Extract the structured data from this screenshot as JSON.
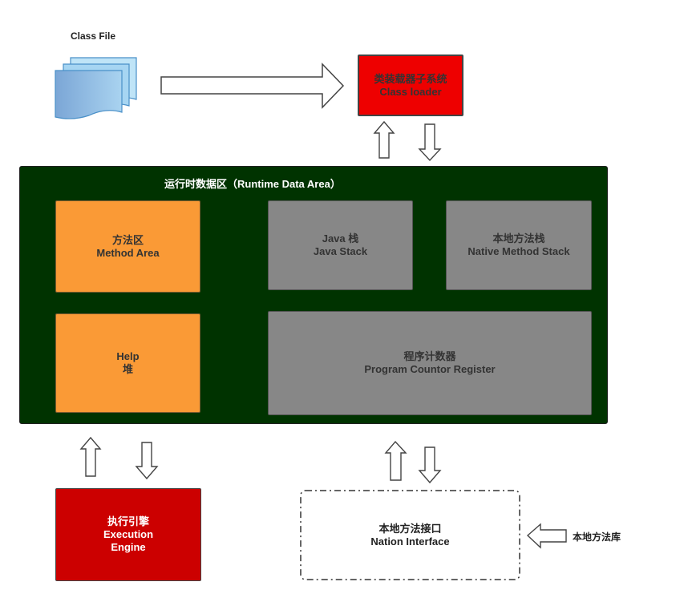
{
  "class_file": {
    "label": "Class File"
  },
  "class_loader": {
    "line1": "类装载器子系统",
    "line2": "Class loader"
  },
  "runtime": {
    "title": "运行时数据区（Runtime Data Area）"
  },
  "method_area": {
    "line1": "方法区",
    "line2": "Method Area"
  },
  "java_stack": {
    "line1": "Java 栈",
    "line2": "Java Stack"
  },
  "native_stack": {
    "line1": "本地方法栈",
    "line2": "Native Method Stack"
  },
  "heap": {
    "line1": "Help",
    "line2": "堆"
  },
  "pc_register": {
    "line1": "程序计数器",
    "line2": "Program Countor Register"
  },
  "execution_engine": {
    "line1": "执行引擎",
    "line2": "Execution",
    "line3": "Engine"
  },
  "native_interface": {
    "line1": "本地方法接口",
    "line2": "Nation Interface"
  },
  "native_library": {
    "label": "本地方法库"
  },
  "colors": {
    "runtime_bg": "#003300",
    "orange": "#fa9a36",
    "grey": "#878787",
    "class_loader_red": "#ee0000",
    "engine_red": "#cc0000",
    "file_blue": "#8fc5e8"
  }
}
